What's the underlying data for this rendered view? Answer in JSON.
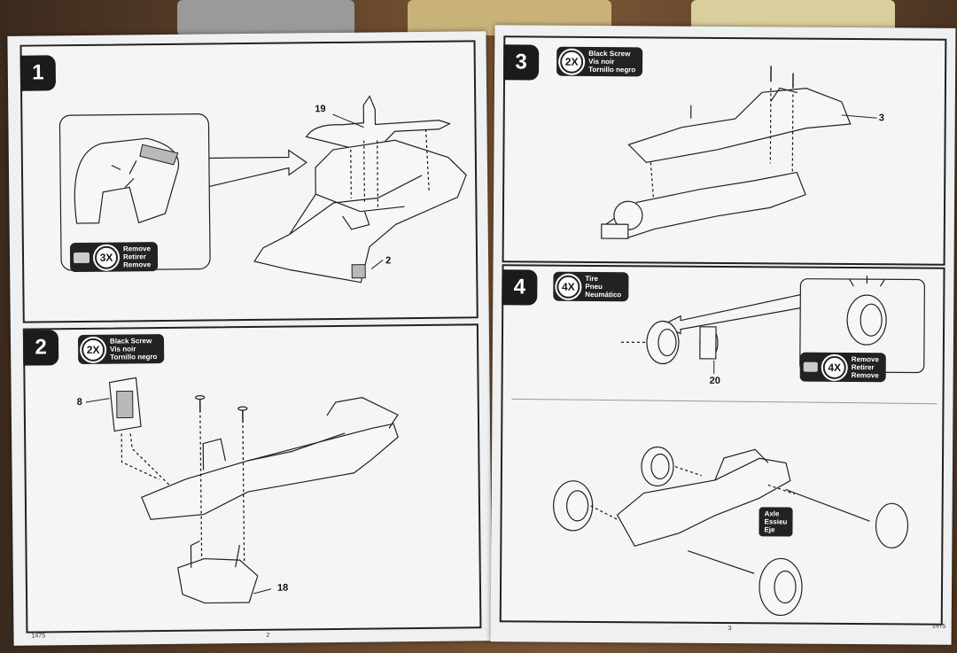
{
  "left_page": {
    "footer_code": "1475",
    "page_number": "2",
    "step1": {
      "number": "1",
      "callouts": {
        "part19": "19",
        "part2": "2"
      },
      "remove_tag": {
        "count": "3X",
        "lines": [
          "Remove",
          "Retirer",
          "Remove"
        ]
      }
    },
    "step2": {
      "number": "2",
      "screw_tag": {
        "count": "2X",
        "lines": [
          "Black Screw",
          "Vis noir",
          "Tornillo negro"
        ]
      },
      "callouts": {
        "part8": "8",
        "part18": "18"
      }
    }
  },
  "right_page": {
    "footer_code": "1475",
    "page_number": "3",
    "step3": {
      "number": "3",
      "screw_tag": {
        "count": "2X",
        "lines": [
          "Black Screw",
          "Vis noir",
          "Tornillo negro"
        ]
      },
      "callouts": {
        "part3": "3"
      }
    },
    "step4": {
      "number": "4",
      "tire_tag": {
        "count": "4X",
        "lines": [
          "Tire",
          "Pneu",
          "Neumático"
        ]
      },
      "remove_tag": {
        "count": "4X",
        "lines": [
          "Remove",
          "Retirer",
          "Remove"
        ]
      },
      "callouts": {
        "part20": "20"
      },
      "axle_tag": {
        "lines": [
          "Axle",
          "Essieu",
          "Eje"
        ]
      }
    }
  }
}
